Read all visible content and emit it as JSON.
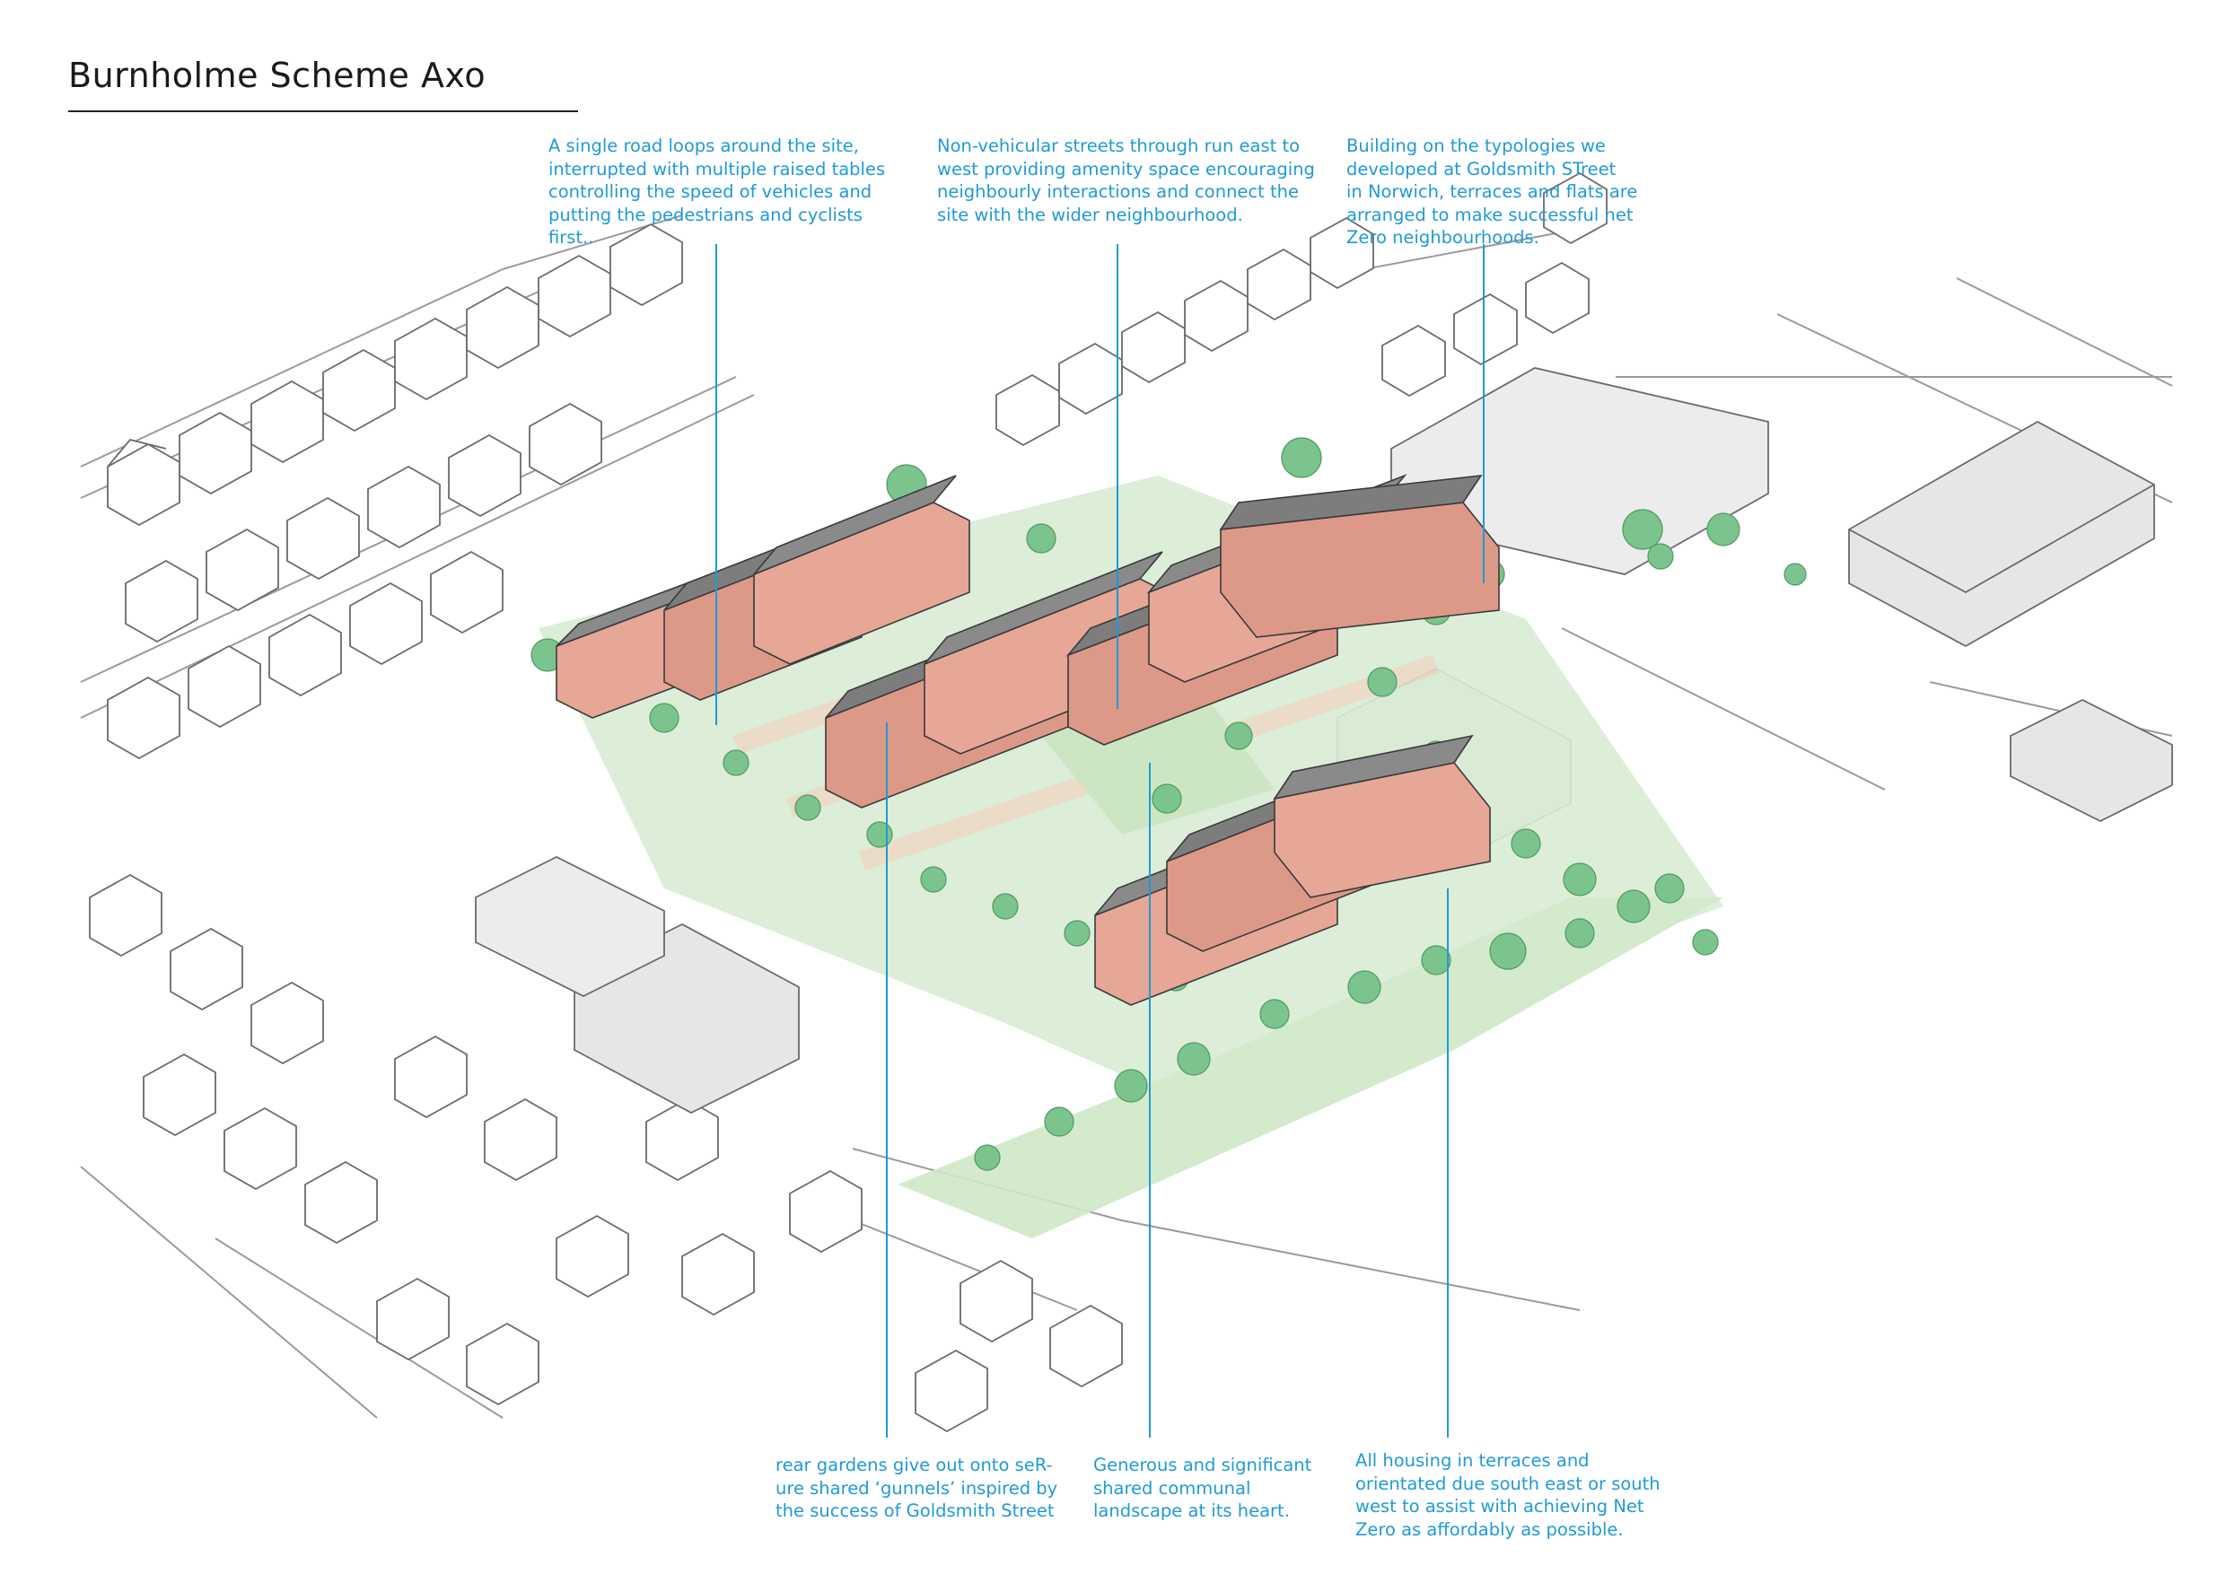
{
  "title": "Burnholme Scheme Axo",
  "accent_color": "#1f9ad6",
  "annotations": {
    "road": [
      "A single road loops around the site,",
      "interrupted with multiple raised tables",
      "controlling the speed of vehicles and",
      "putting the pedestrians and cyclists",
      "first.."
    ],
    "streets": [
      "Non-vehicular streets through run east to",
      "west providing amenity space encouraging",
      "neighbourly interactions and connect the",
      "site with the wider neighbourhood."
    ],
    "typologies": [
      "Building on the typologies we",
      "developed at Goldsmith STreet",
      "in Norwich, terraces and flats are",
      "arranged to make successful net",
      "Zero neighbourhoods."
    ],
    "gardens": [
      "rear gardens give out onto seR-",
      "ure shared ‘gunnels’ inspired by",
      "the success of Goldsmith Street"
    ],
    "landscape": [
      "Generous and significant",
      "shared communal",
      "landscape at its heart."
    ],
    "housing": [
      "All housing in terraces and",
      "orientated due south east or south",
      "west to assist with achieving Net",
      "Zero as affordably as possible."
    ]
  }
}
